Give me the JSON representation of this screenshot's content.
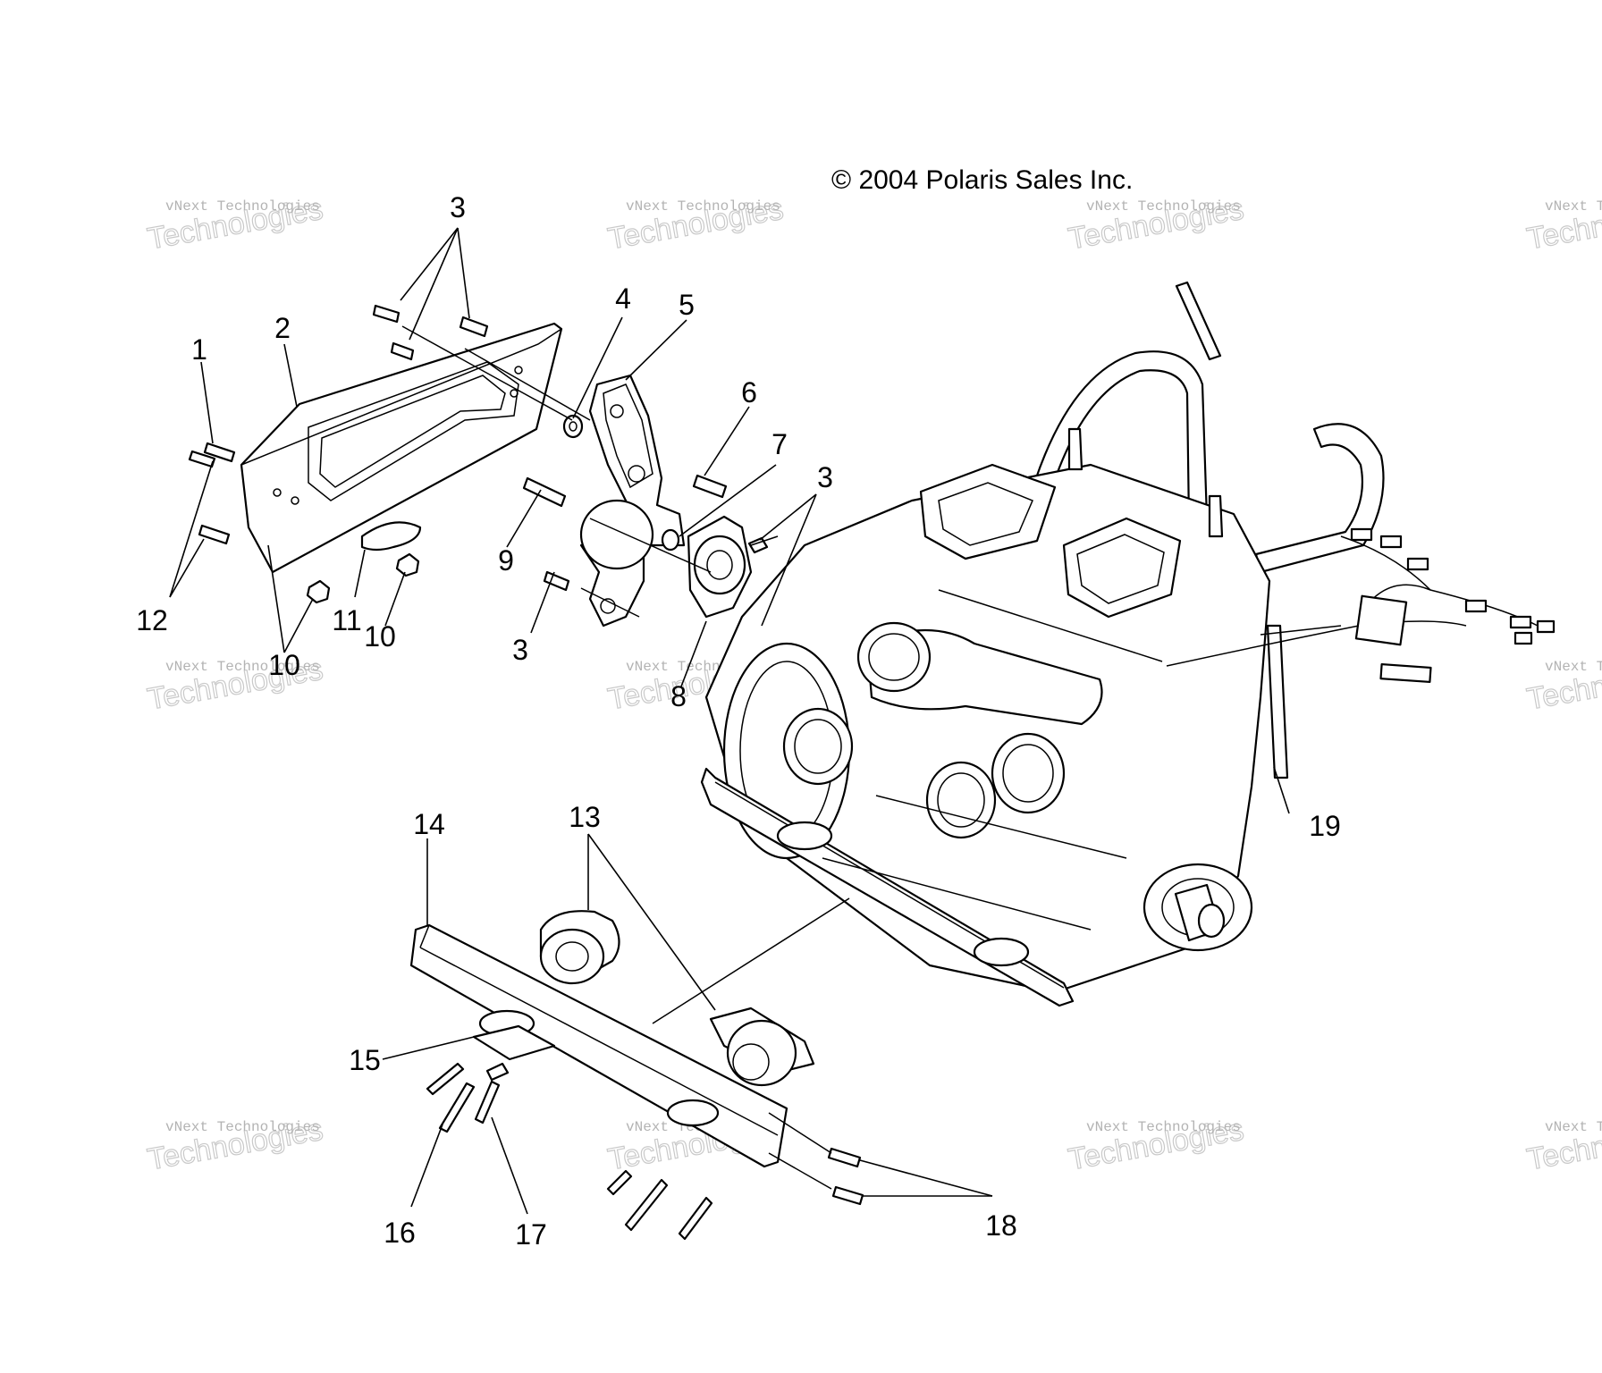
{
  "copyright": "© 2004 Polaris Sales Inc.",
  "watermark": {
    "line1": "vNext Technologies",
    "line2a": "vNext",
    "line2b": "Technologies"
  },
  "callouts": {
    "c1": "1",
    "c2": "2",
    "c3_top": "3",
    "c3_right": "3",
    "c3_bottom": "3",
    "c4": "4",
    "c5": "5",
    "c6": "6",
    "c7": "7",
    "c8": "8",
    "c9": "9",
    "c10_left": "10",
    "c10_right": "10",
    "c11": "11",
    "c12": "12",
    "c13": "13",
    "c14": "14",
    "c15": "15",
    "c16": "16",
    "c17": "17",
    "c18": "18",
    "c19": "19"
  }
}
